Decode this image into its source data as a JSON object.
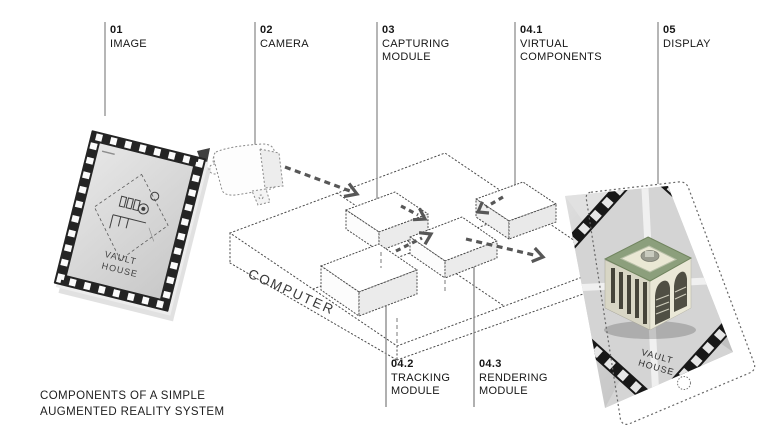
{
  "caption": {
    "line1": "COMPONENTS OF A SIMPLE",
    "line2": "AUGMENTED REALITY SYSTEM"
  },
  "labels": {
    "top": [
      {
        "num": "01",
        "name": "IMAGE"
      },
      {
        "num": "02",
        "name": "CAMERA"
      },
      {
        "num": "03",
        "name": "CAPTURING MODULE"
      },
      {
        "num": "04.1",
        "name": "VIRTUAL COMPONENTS"
      },
      {
        "num": "05",
        "name": "DISPLAY"
      }
    ],
    "bottom": [
      {
        "num": "04.2",
        "name": "TRACKING MODULE"
      },
      {
        "num": "04.3",
        "name": "RENDERING MODULE"
      }
    ]
  },
  "computer": {
    "label": "COMPUTER"
  },
  "marker_card": {
    "title": "VAULT HOUSE"
  },
  "display_screen": {
    "title": "VAULT HOUSE"
  },
  "colors": {
    "text": "#161616",
    "leader_line": "#a3a3a3",
    "sketch_dots": "#4a4a4a",
    "arrow": "#575757",
    "box_shade": "#ebebeb",
    "marker_frame": "#242424",
    "house_green": "#8c9f7c",
    "house_cream": "#eae8d7",
    "photo_gray": "#cfcfcf"
  }
}
